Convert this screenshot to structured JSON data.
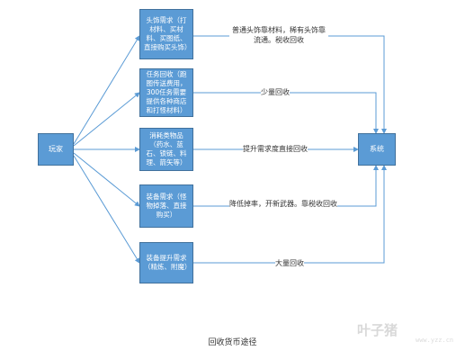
{
  "nodes": {
    "player": "玩家",
    "system": "系统",
    "demands": [
      "头饰需求（打材料、买材料、买图纸、直接购买头饰）",
      "任务回收（跑图传送费用，300任务需要提供各种商店和打怪材料）",
      "消耗类物品（药水、蓝石、锁链、料理、箭矢等）",
      "装备需求（怪物掉落、直接购买）",
      "装备提升需求（精炼、附魔）"
    ]
  },
  "edges": {
    "labels": [
      "普通头饰靠材料，稀有头饰靠流通。税收回收",
      "少量回收",
      "提升需求度直接回收",
      "降低掉率，开新武器。靠税收回收",
      "大量回收"
    ]
  },
  "caption": "回收货币途径",
  "watermark": {
    "brand": "叶子猪",
    "url": "www.yzz.cn"
  },
  "colors": {
    "node_fill": "#5b9bd5",
    "node_border": "#41719c",
    "arrow": "#5b9bd5"
  }
}
